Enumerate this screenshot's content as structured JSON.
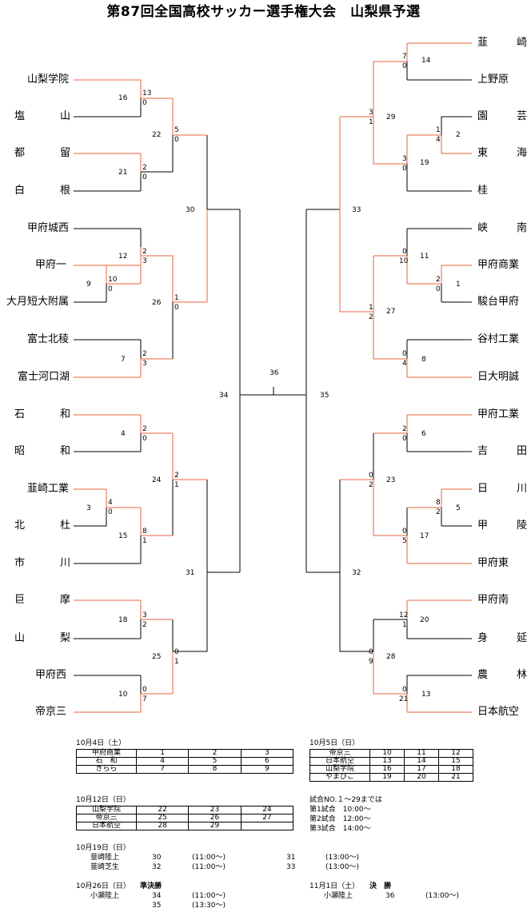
{
  "title": "第87回全国高校サッカー選手権大会　山梨県予選",
  "colors": {
    "winner_line": "#e8643c",
    "line": "#000000"
  },
  "left_teams": [
    "山梨学院",
    "塩　山",
    "都　留",
    "白　根",
    "甲府城西",
    "甲府一",
    "大月短大附属",
    "富士北稜",
    "富士河口湖",
    "石　和",
    "昭　和",
    "韮崎工業",
    "北　杜",
    "市　川",
    "巨　摩",
    "山　梨",
    "甲府西",
    "帝京三"
  ],
  "right_teams": [
    "韮　崎",
    "上野原",
    "園　芸",
    "東　海",
    "桂",
    "峡　南",
    "甲府商業",
    "駿台甲府",
    "谷村工業",
    "日大明誠",
    "甲府工業",
    "吉　田",
    "日　川",
    "甲　陵",
    "甲府東",
    "甲府南",
    "身　延",
    "農　林",
    "日本航空"
  ],
  "match_numbers": {
    "m16": "16",
    "m21": "21",
    "m22": "22",
    "m30": "30",
    "m12": "12",
    "m9": "9",
    "m26": "26",
    "m7": "7",
    "m34": "34",
    "m36": "36",
    "m35": "35",
    "m4": "4",
    "m3": "3",
    "m24": "24",
    "m15": "15",
    "m31": "31",
    "m18": "18",
    "m25": "25",
    "m10": "10",
    "m14": "14",
    "m29": "29",
    "m2": "2",
    "m19": "19",
    "m33": "33",
    "m11": "11",
    "m1": "1",
    "m27": "27",
    "m8": "8",
    "m6": "6",
    "m23": "23",
    "m5": "5",
    "m17": "17",
    "m32": "32",
    "m20": "20",
    "m28": "28",
    "m13": "13"
  },
  "scores": {
    "s16a": "13",
    "s16b": "0",
    "s21a": "2",
    "s21b": "0",
    "s22a": "5",
    "s22b": "0",
    "s12a": "2",
    "s12b": "3",
    "s9a": "10",
    "s9b": "0",
    "s26a": "1",
    "s26b": "0",
    "s7a": "2",
    "s7b": "3",
    "s4a": "2",
    "s4b": "0",
    "s3a": "4",
    "s3b": "0",
    "s15a": "8",
    "s15b": "1",
    "s24a": "2",
    "s24b": "1",
    "s18a": "3",
    "s18b": "2",
    "s10a": "0",
    "s10b": "7",
    "s25a": "0",
    "s25b": "1",
    "s14a": "7",
    "s14b": "0",
    "s29a": "3",
    "s29b": "1",
    "s2a": "1",
    "s2b": "4",
    "s19a": "3",
    "s19b": "0",
    "s11a": "0",
    "s11b": "10",
    "s1a": "2",
    "s1b": "0",
    "s27a": "1",
    "s27b": "2",
    "s8a": "0",
    "s8b": "4",
    "s6a": "2",
    "s6b": "0",
    "s23a": "0",
    "s23b": "2",
    "s5a": "8",
    "s5b": "2",
    "s17a": "0",
    "s17b": "5",
    "s20a": "12",
    "s20b": "1",
    "s28a": "0",
    "s28b": "9",
    "s13a": "0",
    "s13b": "21"
  },
  "schedule": {
    "oct4": {
      "date": "10月4日（土）",
      "rows": [
        [
          "甲府商業",
          "1",
          "2",
          "3"
        ],
        [
          "石　和",
          "4",
          "5",
          "6"
        ],
        [
          "きらら",
          "7",
          "8",
          "9"
        ]
      ]
    },
    "oct5": {
      "date": "10月5日（日）",
      "rows": [
        [
          "帝京三",
          "10",
          "11",
          "12"
        ],
        [
          "日本航空",
          "13",
          "14",
          "15"
        ],
        [
          "山梨学院",
          "16",
          "17",
          "18"
        ],
        [
          "やまびこ",
          "19",
          "20",
          "21"
        ]
      ]
    },
    "oct12": {
      "date": "10月12日（日）",
      "rows": [
        [
          "山梨学院",
          "22",
          "23",
          "24"
        ],
        [
          "帝京三",
          "25",
          "26",
          "27"
        ],
        [
          "日本航空",
          "28",
          "29",
          ""
        ]
      ]
    },
    "times_note": {
      "head": "試合NO.１～29までは",
      "l1": "第1試合　10:00～",
      "l2": "第2試合　12:00～",
      "l3": "第3試合　14:00～"
    },
    "oct19": {
      "date": "10月19日（日）",
      "v1": "韮崎陸上",
      "v2": "韮崎芝生",
      "g30": "30",
      "t30": "(11:00～)",
      "g31": "31",
      "t31": "(13:00～)",
      "g32": "32",
      "t32": "(11:00～)",
      "g33": "33",
      "t33": "(13:00～)"
    },
    "oct26": {
      "date": "10月26日（日）",
      "label": "準決勝",
      "venue": "小瀬陸上",
      "g34": "34",
      "t34": "(11:00～)",
      "g35": "35",
      "t35": "(13:30～)"
    },
    "nov1": {
      "date": "11月1日（土）",
      "label": "決　勝",
      "venue": "小瀬陸上",
      "g36": "36",
      "t36": "(13:00～)"
    }
  }
}
